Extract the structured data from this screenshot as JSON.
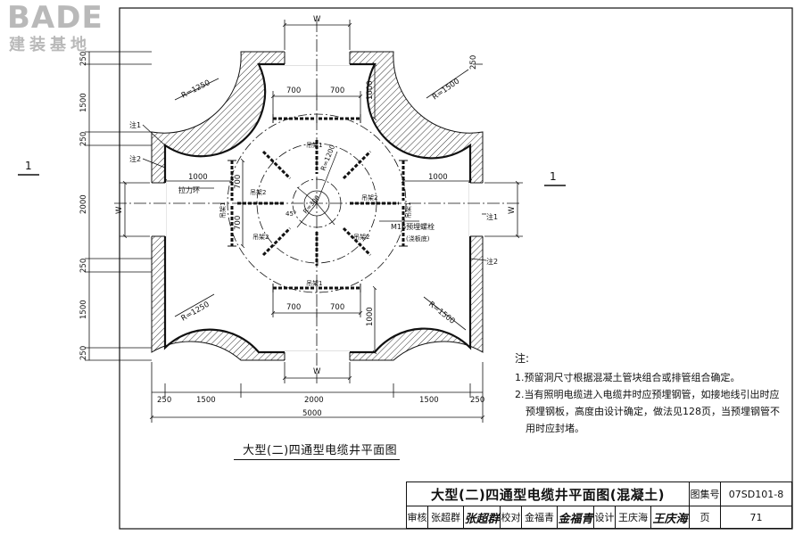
{
  "logo": {
    "text": "BADE",
    "sub": "建装基地"
  },
  "drawing": {
    "dims": {
      "w": "W",
      "d700": "700",
      "d1000": "1000",
      "d250": "250",
      "d1500": "1500",
      "d2000": "2000",
      "d5000": "5000",
      "r1250": "R=1250",
      "r1500": "R=1500",
      "r1200": "R=1200",
      "r300": "R=300"
    },
    "labels": {
      "note1": "注1",
      "note2": "注2",
      "pull_ring": "拉力环",
      "bracket1": "吊架1",
      "bracket2": "吊架2",
      "angle45": "45°",
      "bolt": "M16预埋螺栓",
      "bolt_sub": "(浇板底)",
      "section": "1"
    }
  },
  "notes": {
    "title": "注:",
    "items": [
      {
        "first": "1.预留洞尺寸根据混凝土管块组合或排管组合确定。",
        "rest": []
      },
      {
        "first": "2.当有照明电缆进入电缆井时应预埋钢管，如接地线引出时应",
        "rest": [
          "预埋钢板，高度由设计确定，做法见128页，当预埋钢管不",
          "用时应封堵。"
        ]
      }
    ]
  },
  "caption": "大型(二)四通型电缆井平面图",
  "title_block": {
    "title": "大型(二)四通型电缆井平面图(混凝土)",
    "atlas_label": "图集号",
    "atlas_no": "07SD101-8",
    "review_label": "审核",
    "reviewer": "张超群",
    "reviewer_sig": "张超群",
    "check_label": "校对",
    "checker": "金福青",
    "checker_sig": "金福青",
    "design_label": "设计",
    "designer": "王庆海",
    "designer_sig": "王庆海",
    "page_label": "页",
    "page_no": "71"
  }
}
